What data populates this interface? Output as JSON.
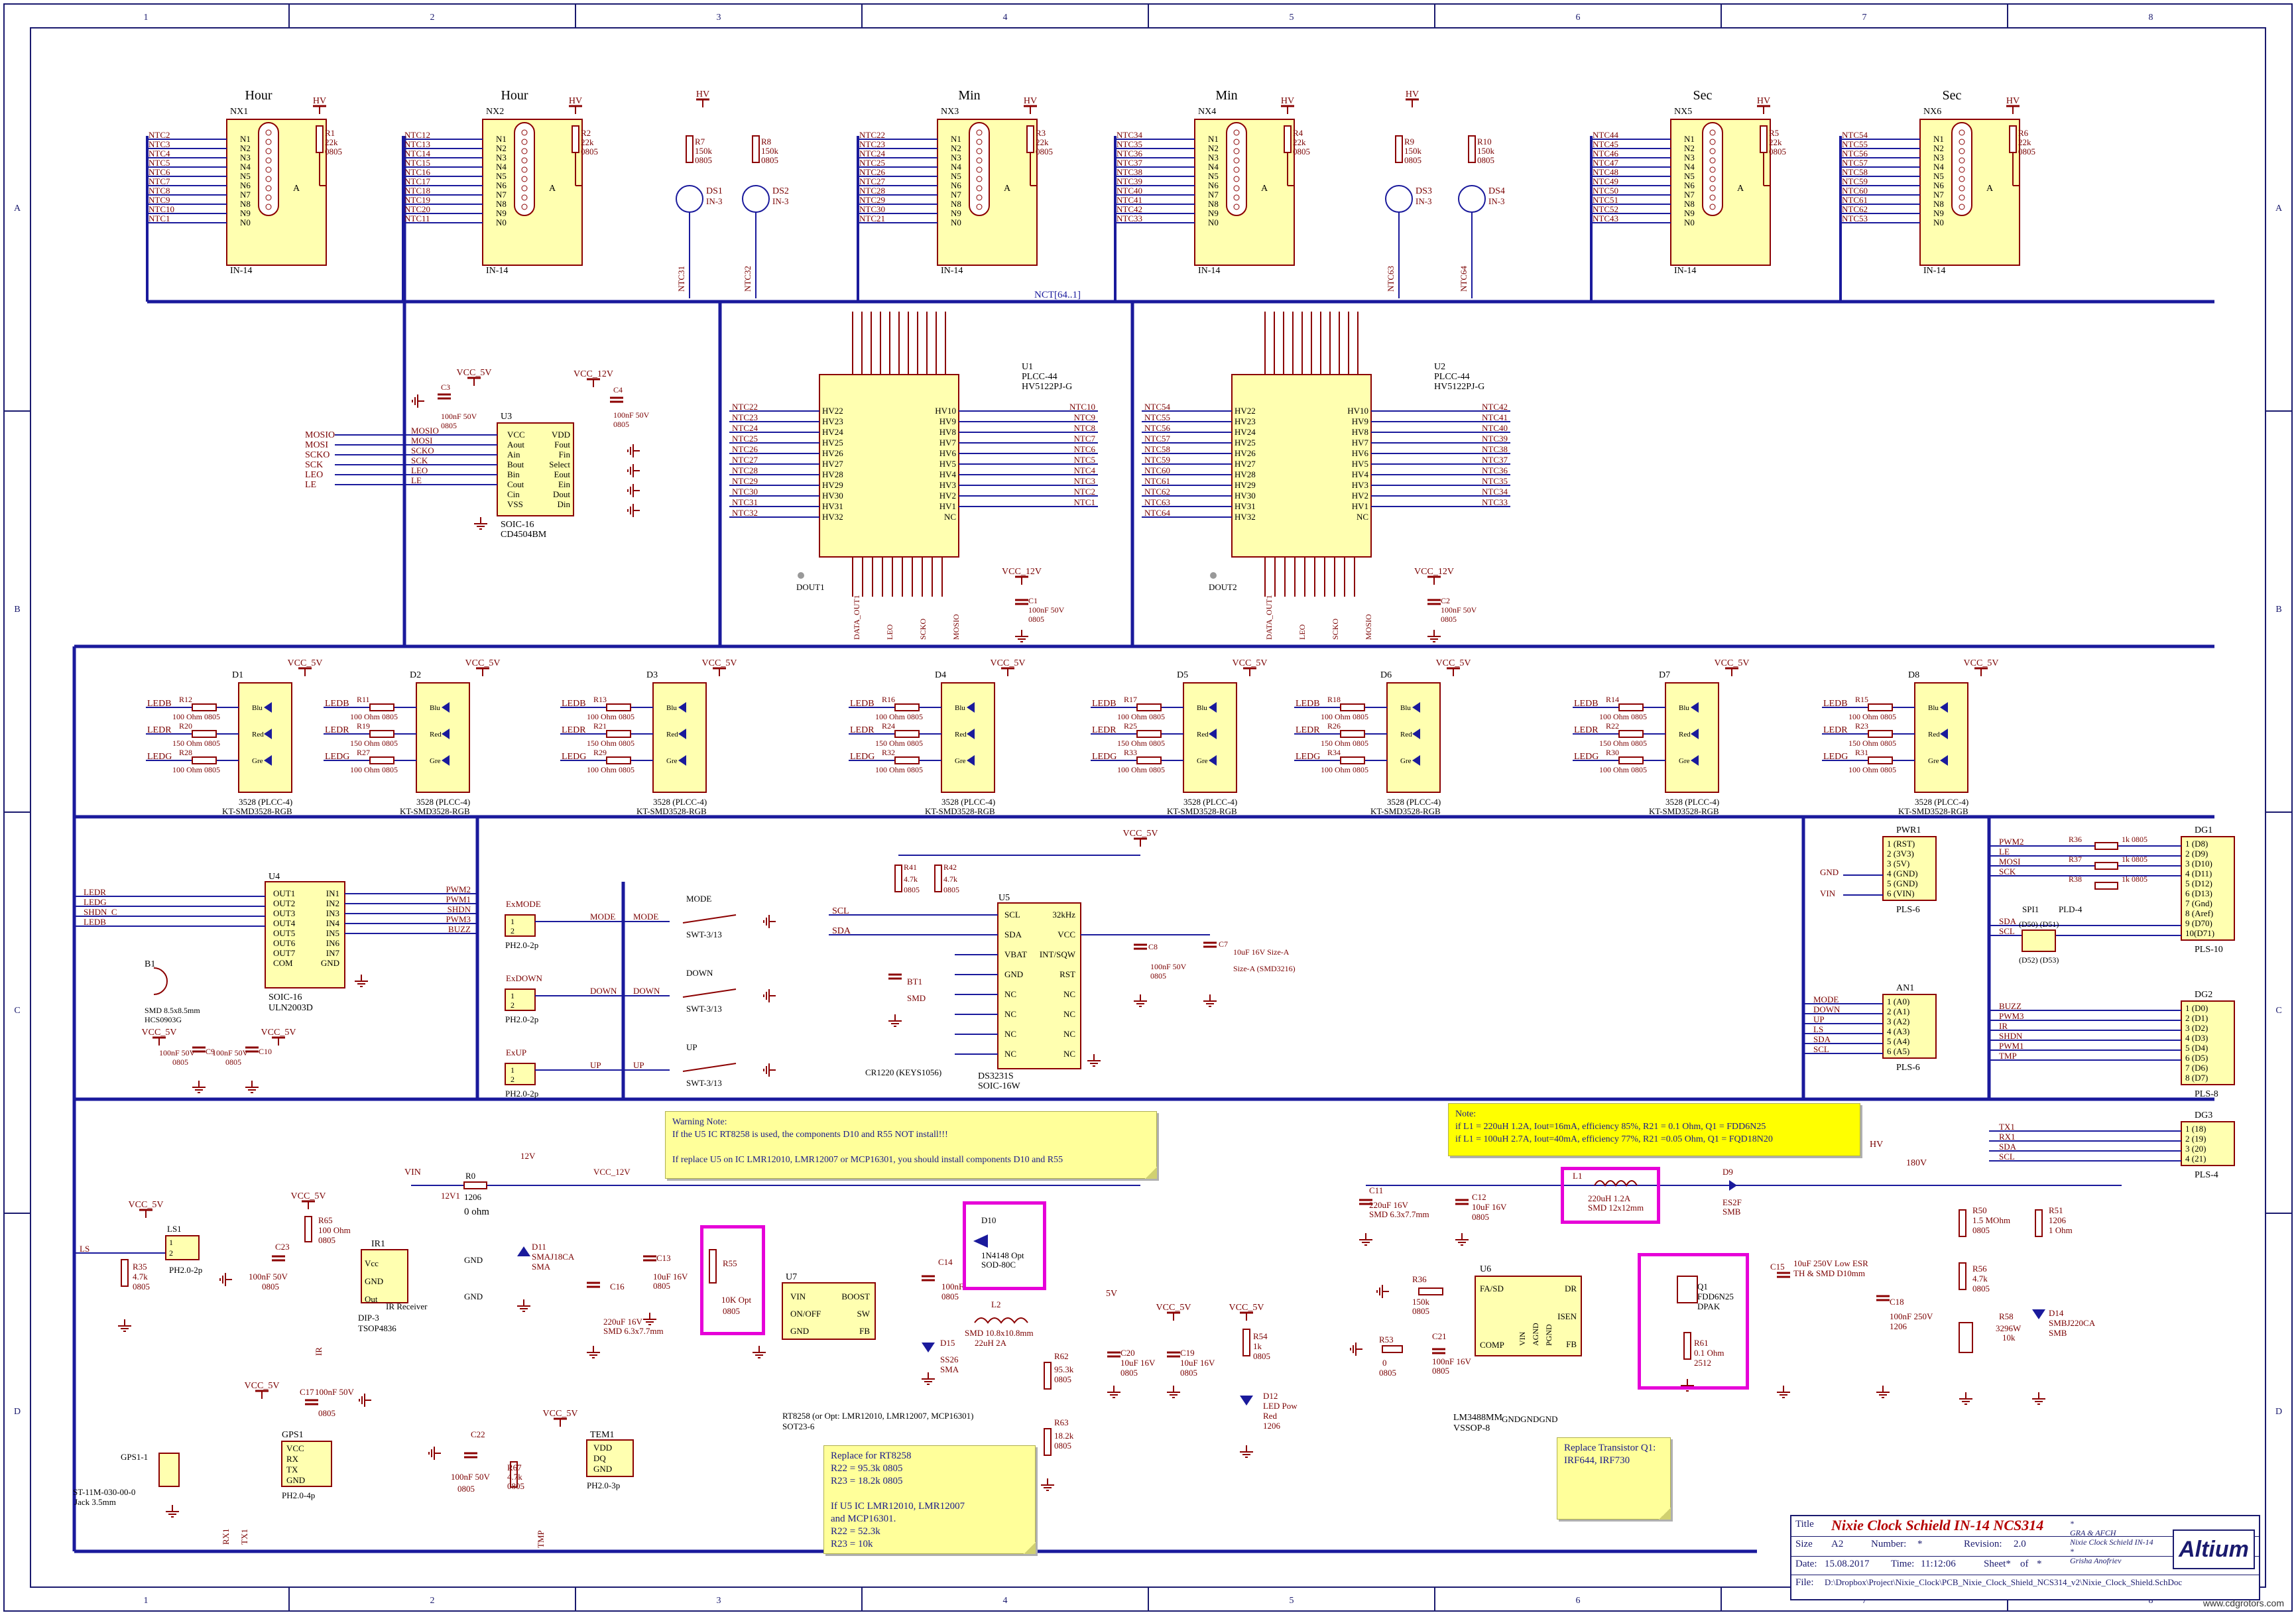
{
  "sheet": {
    "border_numbers": [
      "1",
      "2",
      "3",
      "4",
      "5",
      "6",
      "7",
      "8"
    ],
    "border_letters": [
      "A",
      "B",
      "C",
      "D"
    ],
    "watermark": "www.cdgrotors.com"
  },
  "nixie_tubes": [
    {
      "group": "Hour",
      "ref": "NX1",
      "part": "IN-14",
      "res_ref": "R1",
      "res_val": "22k",
      "res_pkg": "0805",
      "nets": [
        "NTC2",
        "NTC3",
        "NTC4",
        "NTC5",
        "NTC6",
        "NTC7",
        "NTC8",
        "NTC9",
        "NTC10",
        "NTC1"
      ],
      "pins": [
        "N1",
        "N2",
        "N3",
        "N4",
        "N5",
        "N6",
        "N7",
        "N8",
        "N9",
        "N0"
      ]
    },
    {
      "group": "Hour",
      "ref": "NX2",
      "part": "IN-14",
      "res_ref": "R2",
      "res_val": "22k",
      "res_pkg": "0805",
      "nets": [
        "NTC12",
        "NTC13",
        "NTC14",
        "NTC15",
        "NTC16",
        "NTC17",
        "NTC18",
        "NTC19",
        "NTC20",
        "NTC11"
      ],
      "pins": [
        "N1",
        "N2",
        "N3",
        "N4",
        "N5",
        "N6",
        "N7",
        "N8",
        "N9",
        "N0"
      ]
    },
    {
      "group": "Min",
      "ref": "NX3",
      "part": "IN-14",
      "res_ref": "R3",
      "res_val": "22k",
      "res_pkg": "0805",
      "nets": [
        "NTC22",
        "NTC23",
        "NTC24",
        "NTC25",
        "NTC26",
        "NTC27",
        "NTC28",
        "NTC29",
        "NTC30",
        "NTC21"
      ],
      "pins": [
        "N1",
        "N2",
        "N3",
        "N4",
        "N5",
        "N6",
        "N7",
        "N8",
        "N9",
        "N0"
      ]
    },
    {
      "group": "Min",
      "ref": "NX4",
      "part": "IN-14",
      "res_ref": "R4",
      "res_val": "22k",
      "res_pkg": "0805",
      "nets": [
        "NTC34",
        "NTC35",
        "NTC36",
        "NTC37",
        "NTC38",
        "NTC39",
        "NTC40",
        "NTC41",
        "NTC42",
        "NTC33"
      ],
      "pins": [
        "N1",
        "N2",
        "N3",
        "N4",
        "N5",
        "N6",
        "N7",
        "N8",
        "N9",
        "N0"
      ]
    },
    {
      "group": "Sec",
      "ref": "NX5",
      "part": "IN-14",
      "res_ref": "R5",
      "res_val": "22k",
      "res_pkg": "0805",
      "nets": [
        "NTC44",
        "NTC45",
        "NTC46",
        "NTC47",
        "NTC48",
        "NTC49",
        "NTC50",
        "NTC51",
        "NTC52",
        "NTC43"
      ],
      "pins": [
        "N1",
        "N2",
        "N3",
        "N4",
        "N5",
        "N6",
        "N7",
        "N8",
        "N9",
        "N0"
      ]
    },
    {
      "group": "Sec",
      "ref": "NX6",
      "part": "IN-14",
      "res_ref": "R6",
      "res_val": "22k",
      "res_pkg": "0805",
      "nets": [
        "NTC54",
        "NTC55",
        "NTC56",
        "NTC57",
        "NTC58",
        "NTC59",
        "NTC60",
        "NTC61",
        "NTC62",
        "NTC53"
      ],
      "pins": [
        "N1",
        "N2",
        "N3",
        "N4",
        "N5",
        "N6",
        "N7",
        "N8",
        "N9",
        "N0"
      ]
    }
  ],
  "neon_lamps": [
    {
      "ref": "DS1",
      "part": "IN-3",
      "res": "R7",
      "val": "150k",
      "net": "NTC31"
    },
    {
      "ref": "DS2",
      "part": "IN-3",
      "res": "R8",
      "val": "150k",
      "net": "NTC32"
    },
    {
      "ref": "DS3",
      "part": "IN-3",
      "res": "R9",
      "val": "150k",
      "net": "NTC63"
    },
    {
      "ref": "DS4",
      "part": "IN-3",
      "res": "R10",
      "val": "150k",
      "net": "NTC64"
    }
  ],
  "hv_label": "HV",
  "bus_label": "NCT[64..1]",
  "drivers": [
    {
      "ref": "U1",
      "pkg": "PLCC-44",
      "part": "HV5122PJ-G",
      "dout": "DOUT1",
      "left_nets": [
        "NTC22",
        "NTC23",
        "NTC24",
        "NTC25",
        "NTC26",
        "NTC27",
        "NTC28",
        "NTC29",
        "NTC30",
        "NTC31",
        "NTC32"
      ],
      "left_pins": [
        "HV22",
        "HV23",
        "HV24",
        "HV25",
        "HV26",
        "HV27",
        "HV28",
        "HV29",
        "HV30",
        "HV31",
        "HV32"
      ],
      "right_pins": [
        "HV10",
        "HV9",
        "HV8",
        "HV7",
        "HV6",
        "HV5",
        "HV4",
        "HV3",
        "HV2",
        "HV1",
        "NC"
      ],
      "right_nets": [
        "NTC10",
        "NTC9",
        "NTC8",
        "NTC7",
        "NTC6",
        "NTC5",
        "NTC4",
        "NTC3",
        "NTC2",
        "NTC1",
        ""
      ],
      "bottom_nets": [
        "DATA_OUT1",
        "LEO",
        "SCKO",
        "MOSIO"
      ],
      "cap": {
        "ref": "C1",
        "val": "100nF 50V",
        "pkg": "0805",
        "rail": "VCC_12V"
      }
    },
    {
      "ref": "U2",
      "pkg": "PLCC-44",
      "part": "HV5122PJ-G",
      "dout": "DOUT2",
      "left_nets": [
        "NTC54",
        "NTC55",
        "NTC56",
        "NTC57",
        "NTC58",
        "NTC59",
        "NTC60",
        "NTC61",
        "NTC62",
        "NTC63",
        "NTC64"
      ],
      "left_pins": [
        "HV22",
        "HV23",
        "HV24",
        "HV25",
        "HV26",
        "HV27",
        "HV28",
        "HV29",
        "HV30",
        "HV31",
        "HV32"
      ],
      "right_pins": [
        "HV10",
        "HV9",
        "HV8",
        "HV7",
        "HV6",
        "HV5",
        "HV4",
        "HV3",
        "HV2",
        "HV1",
        "NC"
      ],
      "right_nets": [
        "NTC42",
        "NTC41",
        "NTC40",
        "NTC39",
        "NTC38",
        "NTC37",
        "NTC36",
        "NTC35",
        "NTC34",
        "NTC33",
        ""
      ],
      "bottom_nets": [
        "DATA_OUT1",
        "LEO",
        "SCKO",
        "MOSIO"
      ],
      "cap": {
        "ref": "C2",
        "val": "100nF 50V",
        "pkg": "0805",
        "rail": "VCC_12V"
      }
    }
  ],
  "level_shifter": {
    "ref": "U3",
    "pkg": "SOIC-16",
    "part": "CD4504BM",
    "inputs": [
      "MOSIO",
      "MOSI",
      "SCKO",
      "SCK",
      "LEO",
      "LE"
    ],
    "pins_left": [
      "VCC",
      "Aout",
      "Ain",
      "Bout",
      "Bin",
      "Cout",
      "Cin",
      "VSS"
    ],
    "pins_right": [
      "VDD",
      "Fout",
      "Fin",
      "Select",
      "Eout",
      "Ein",
      "Dout",
      "Din"
    ],
    "rail_a": "VCC_5V",
    "rail_b": "VCC_12V",
    "cap_a": {
      "ref": "C3",
      "val": "100nF 50V",
      "pkg": "0805"
    },
    "cap_b": {
      "ref": "C4",
      "val": "100nF 50V",
      "pkg": "0805"
    }
  },
  "leds": [
    {
      "ref": "D1",
      "r1": "R12",
      "r2": "R20",
      "r3": "R28"
    },
    {
      "ref": "D2",
      "r1": "R11",
      "r2": "R19",
      "r3": "R27"
    },
    {
      "ref": "D3",
      "r1": "R13",
      "r2": "R21",
      "r3": "R29"
    },
    {
      "ref": "D4",
      "r1": "R16",
      "r2": "R24",
      "r3": "R32"
    },
    {
      "ref": "D5",
      "r1": "R17",
      "r2": "R25",
      "r3": "R33"
    },
    {
      "ref": "D6",
      "r1": "R18",
      "r2": "R26",
      "r3": "R34"
    },
    {
      "ref": "D7",
      "r1": "R14",
      "r2": "R22",
      "r3": "R30"
    },
    {
      "ref": "D8",
      "r1": "R15",
      "r2": "R23",
      "r3": "R31"
    }
  ],
  "led_common": {
    "nets": [
      "LEDB",
      "LEDR",
      "LEDG"
    ],
    "vals": [
      "100 Ohm",
      "150 Ohm",
      "100 Ohm"
    ],
    "pkg": "0805",
    "colors": [
      "Blu",
      "Red",
      "Gre"
    ],
    "pkg_name": "3528 (PLCC-4)",
    "part": "KT-SMD3528-RGB",
    "rail": "VCC_5V"
  },
  "driver_u4": {
    "ref": "U4",
    "pkg": "SOIC-16",
    "part": "ULN2003D",
    "left_nets": [
      "LEDR",
      "LEDG",
      "SHDN_C",
      "LEDB"
    ],
    "outs": [
      "OUT1",
      "OUT2",
      "OUT3",
      "OUT4",
      "OUT5",
      "OUT6",
      "OUT7",
      "COM"
    ],
    "ins": [
      "IN1",
      "IN2",
      "IN3",
      "IN4",
      "IN5",
      "IN6",
      "IN7",
      "GND"
    ],
    "right_nets": [
      "PWM2",
      "PWM1",
      "SHDN",
      "PWM3",
      "BUZZ"
    ],
    "buzzer": {
      "ref": "B1",
      "l1": "SMD 8.5x8.5mm",
      "l2": "HCS0903G"
    },
    "caps": [
      {
        "ref": "C9",
        "val": "100nF 50V",
        "pkg": "0805"
      },
      {
        "ref": "C10",
        "val": "100nF 50V",
        "pkg": "0805"
      }
    ],
    "rail": "VCC_5V"
  },
  "buttons": [
    {
      "conn_net": "ExMODE",
      "net": "MODE",
      "conn": "PH2.0-2p",
      "sw_label": "MODE",
      "sw_part": "SWT-3/13"
    },
    {
      "conn_net": "ExDOWN",
      "net": "DOWN",
      "conn": "PH2.0-2p",
      "sw_label": "DOWN",
      "sw_part": "SWT-3/13"
    },
    {
      "conn_net": "ExUP",
      "net": "UP",
      "conn": "PH2.0-2p",
      "sw_label": "UP",
      "sw_part": "SWT-3/13"
    }
  ],
  "rtc": {
    "ref": "U5",
    "part": "DS3231S",
    "pkg": "SOIC-16W",
    "left": [
      "SCL",
      "SDA",
      "VBAT",
      "GND",
      "NC",
      "NC",
      "NC",
      "NC"
    ],
    "right": [
      "32kHz",
      "VCC",
      "INT/SQW",
      "RST",
      "NC",
      "NC",
      "NC",
      "NC"
    ],
    "pullups": [
      {
        "ref": "R41",
        "val": "4.7k",
        "pkg": "0805"
      },
      {
        "ref": "R42",
        "val": "4.7k",
        "pkg": "0805"
      }
    ],
    "battery": {
      "ref": "BT1",
      "pkg": "SMD",
      "part": "CR1220 (KEYS1056)"
    },
    "c8": {
      "ref": "C8",
      "val": "100nF 50V",
      "pkg": "0805"
    },
    "c7": {
      "ref": "C7",
      "val": "10uF 16V Size-A",
      "pkg": "Size-A (SMD3216)"
    },
    "rail": "VCC_5V"
  },
  "connectors_right": {
    "pwr1": {
      "ref": "PWR1",
      "part": "PLS-6",
      "pins": [
        "1 (RST)",
        "2 (3V3)",
        "3 (5V)",
        "4 (GND)",
        "5 (GND)",
        "6 (VIN)"
      ],
      "nets": [
        "GND",
        "VIN"
      ]
    },
    "dg1": {
      "ref": "DG1",
      "part": "PLS-10",
      "pins": [
        "1 (D8)",
        "2 (D9)",
        "3 (D10)",
        "4 (D11)",
        "5 (D12)",
        "6 (D13)",
        "7 (Gnd)",
        "8 (Aref)",
        "9 (D70)",
        "10(D71)"
      ],
      "nets": [
        "PWM2",
        "LE",
        "MOSI",
        "SCK",
        "",
        "",
        "",
        "",
        "SDA",
        "SCL"
      ],
      "res": [
        {
          "ref": "R36",
          "val": "1k",
          "pkg": "0805"
        },
        {
          "ref": "R37",
          "val": "1k",
          "pkg": "0805"
        },
        {
          "ref": "R38",
          "val": "1k",
          "pkg": "0805"
        }
      ],
      "spi": "SPI1",
      "spi_part": "PLD-4",
      "spi_l1": "(D50) (D51)",
      "spi_l2": "(D52) (D53)"
    },
    "an1": {
      "ref": "AN1",
      "part": "PLS-6",
      "pins": [
        "1 (A0)",
        "2 (A1)",
        "3 (A2)",
        "4 (A3)",
        "5 (A4)",
        "6 (A5)"
      ],
      "nets": [
        "MODE",
        "DOWN",
        "UP",
        "LS",
        "SDA",
        "SCL"
      ]
    },
    "dg2": {
      "ref": "DG2",
      "part": "PLS-8",
      "pins": [
        "1 (D0)",
        "2 (D1)",
        "3 (D2)",
        "4 (D3)",
        "5 (D4)",
        "6 (D5)",
        "7 (D6)",
        "8 (D7)"
      ],
      "nets": [
        "BUZZ",
        "PWM3",
        "IR",
        "SHDN",
        "PWM1",
        "TMP",
        "",
        ""
      ]
    },
    "dg3": {
      "ref": "DG3",
      "part": "PLS-4",
      "pins": [
        "1 (18)",
        "2 (19)",
        "3 (20)",
        "4 (21)"
      ],
      "nets": [
        "TX1",
        "RX1",
        "SDA",
        "SCL"
      ]
    }
  },
  "notes": {
    "warning": "Warning Note:\nIf the U5 IC RT8258 is used, the components D10 and R55 NOT install!!!\n\nIf replace U5 on IC LMR12010, LMR12007 or MCP16301, you should install components D10 and R55",
    "boost_note": "Note:\nif L1 = 220uH 1.2A, Iout=16mA, efficiency 85%, R21 = 0.1 Ohm, Q1 = FDD6N25\nif L1 = 100uH 2.7A, Iout=40mA, efficiency 77%,  R21 =0.05 Ohm, Q1 = FQD18N20",
    "replace_rt": "Replace for RT8258\nR22 = 95.3k 0805\nR23 = 18.2k 0805\n\nIf U5 IC LMR12010, LMR12007\nand MCP16301.\nR22 = 52.3k\nR23 = 10k",
    "replace_q1": "Replace Transistor Q1:\nIRF644, IRF730"
  },
  "power": {
    "vin": "VIN",
    "r0": "R0",
    "r0_pkg": "1206",
    "r0_val": "0 ohm",
    "net_12v1": "12V1",
    "net_12v": "12V",
    "d11": {
      "ref": "D11",
      "l1": "SMAJ18CA",
      "l2": "SMA"
    },
    "c16": {
      "ref": "C16",
      "val": "220uF 16V",
      "pkg": "SMD 6.3x7.7mm"
    },
    "c13": {
      "ref": "C13",
      "val": "10uF 16V",
      "pkg": "0805"
    },
    "r55": {
      "ref": "R55",
      "val": "10K Opt",
      "pkg": "0805"
    },
    "u7": {
      "ref": "U7",
      "pins_l": [
        "VIN",
        "ON/OFF",
        "GND"
      ],
      "pins_r": [
        "BOOST",
        "SW",
        "FB"
      ],
      "part": "RT8258 (or Opt: LMR12010, LMR12007, MCP16301)",
      "pkg": "SOT23-6"
    },
    "d10": {
      "ref": "D10",
      "l1": "1N4148 Opt",
      "l2": "SOD-80C"
    },
    "c14": {
      "ref": "C14",
      "val": "100nF",
      "pkg": "0805"
    },
    "d15": {
      "ref": "D15",
      "l1": "SS26",
      "l2": "SMA"
    },
    "l2": {
      "ref": "L2",
      "l1": "SMD 10.8x10.8mm",
      "l2": "22uH 2A"
    },
    "r62": {
      "ref": "R62",
      "val": "95.3k",
      "pkg": "0805"
    },
    "r63": {
      "ref": "R63",
      "val": "18.2k",
      "pkg": "0805"
    },
    "c20": {
      "ref": "C20",
      "val": "10uF 16V",
      "pkg": "0805"
    },
    "c19": {
      "ref": "C19",
      "val": "10uF 16V",
      "pkg": "0805"
    },
    "r54": {
      "ref": "R54",
      "val": "1k",
      "pkg": "0805"
    },
    "d12": {
      "ref": "D12",
      "l1": "LED Pow",
      "l2": "Red",
      "l3": "1206"
    },
    "rail_5v": "5V",
    "rail_vcc5": "VCC_5V",
    "rail_vcc12": "VCC_12V"
  },
  "hv_boost": {
    "c11": {
      "ref": "C11",
      "val": "220uF 16V",
      "pkg": "SMD 6.3x7.7mm"
    },
    "c12": {
      "ref": "C12",
      "val": "10uF 16V",
      "pkg": "0805"
    },
    "l1": {
      "ref": "L1",
      "l1": "220uH 1.2A",
      "l2": "SMD 12x12mm"
    },
    "d9": {
      "ref": "D9",
      "l1": "ES2F",
      "l2": "SMB"
    },
    "q1": {
      "ref": "Q1",
      "l1": "FDD6N25",
      "l2": "DPAK"
    },
    "r61": {
      "ref": "R61",
      "val": "0.1 Ohm",
      "pkg": "2512"
    },
    "r36": {
      "ref": "R36",
      "val": "150k",
      "pkg": "0805"
    },
    "r53": {
      "ref": "R53",
      "val": "0",
      "pkg": "0805"
    },
    "c21": {
      "ref": "C21",
      "val": "100nF 16V",
      "pkg": "0805"
    },
    "u6": {
      "ref": "U6",
      "part": "LM3488MM",
      "pkg": "VSSOP-8",
      "pins_l": [
        "FA/SD",
        "COMP"
      ],
      "pins_r": [
        "DR",
        "ISEN",
        "FB"
      ],
      "pins_mid": [
        "VIN",
        "AGND",
        "PGND"
      ]
    },
    "c15": {
      "ref": "C15",
      "l1": "10uF 250V Low ESR",
      "l2": "TH & SMD D10mm"
    },
    "c18": {
      "ref": "C18",
      "val": "100nF 250V",
      "pkg": "1206"
    },
    "r50": {
      "ref": "R50",
      "val": "1.5 MOhm",
      "pkg": "0805"
    },
    "r56": {
      "ref": "R56",
      "val": "4.7k",
      "pkg": "0805"
    },
    "r58": {
      "ref": "R58",
      "l1": "3296W",
      "l2": "10k"
    },
    "r51": {
      "ref": "R51",
      "l1": "1206",
      "l2": "1 Ohm"
    },
    "d14": {
      "ref": "D14",
      "l1": "SMBJ220CA",
      "l2": "SMB"
    },
    "hv": "HV",
    "v180": "180V",
    "gnd": "GND"
  },
  "misc": {
    "ls1": {
      "ref": "LS1",
      "part": "PH2.0-2p",
      "net": "LS",
      "res": "R35",
      "val": "4.7k",
      "pkg": "0805",
      "rail": "VCC_5V"
    },
    "ir1": {
      "ref": "IR1",
      "part": "TSOP4836",
      "pkg": "DIP-3",
      "desc": "IR Receiver",
      "pins": [
        "Vcc",
        "GND",
        "Out"
      ],
      "net": "IR",
      "r65": {
        "ref": "R65",
        "val": "100 Ohm",
        "pkg": "0805"
      },
      "c23": {
        "ref": "C23",
        "val": "100nF 50V",
        "pkg": "0805"
      },
      "rail": "VCC_5V"
    },
    "gps": {
      "conn": "GPS1-1",
      "jack": "ST-11M-030-00-0",
      "jack_pkg": "Jack 3.5mm",
      "ref": "GPS1",
      "part": "PH2.0-4p",
      "pins": [
        "VCC",
        "RX",
        "TX",
        "GND"
      ],
      "nets": [
        "RX1",
        "TX1"
      ],
      "cap": {
        "ref": "C17",
        "val": "100nF 50V",
        "pkg": "0805"
      },
      "rail": "VCC_5V"
    },
    "tem": {
      "ref": "TEM1",
      "part": "PH2.0-3p",
      "pins": [
        "VDD",
        "DQ",
        "GND"
      ],
      "net": "TMP",
      "c22": {
        "ref": "C22",
        "val": "100nF 50V",
        "pkg": "0805"
      },
      "r67": {
        "ref": "R67",
        "val": "4.7k",
        "pkg": "0805"
      },
      "rail": "VCC_5V"
    }
  },
  "title_block": {
    "title_lbl": "Title",
    "title": "Nixie Clock Schield IN-14 NCS314",
    "size_lbl": "Size",
    "size": "A2",
    "number_lbl": "Number:",
    "number": "*",
    "revision_lbl": "Revision:",
    "revision": "2.0",
    "date_lbl": "Date:",
    "date": "15.08.2017",
    "time_lbl": "Time:",
    "time": "11:12:06",
    "sheet_lbl": "Sheet*",
    "sheet_of": "of",
    "sheet_total": "*",
    "file_lbl": "File:",
    "file": "D:\\Dropbox\\Project\\Nixie_Clock\\PCB_Nixie_Clock_Shield_NCS314_v2\\Nixie_Clock_Shield.SchDoc",
    "company": "GRA & AFCH",
    "project": "Nixie Clock Schield IN-14",
    "author": "Grisha Anofriev",
    "star1": "*",
    "star2": "*",
    "logo": "Altium"
  },
  "colors": {
    "wire": "#1a1a9c",
    "part": "#8b0000",
    "fill": "#ffffb0",
    "hl": "#e600d8",
    "net": "#7a0000"
  }
}
